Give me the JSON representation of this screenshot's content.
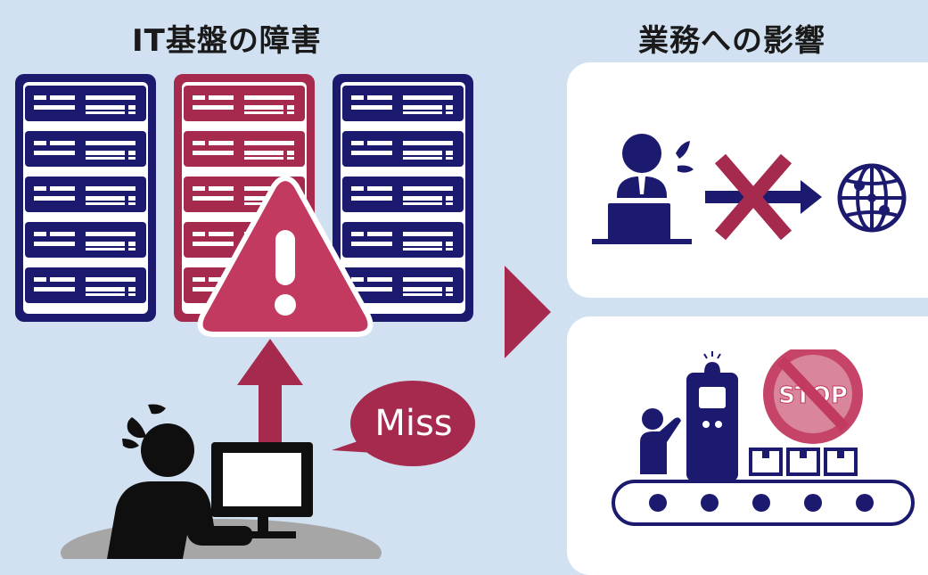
{
  "titles": {
    "left": "IT基盤の障害",
    "right": "業務への影響"
  },
  "bubble_text": "Miss",
  "stop_text": "STOP",
  "colors": {
    "background": "#d1e1f2",
    "navy": "#1b1a6e",
    "crimson": "#a52a4e",
    "warning": "#c23a5f",
    "ink": "#0f0f0f",
    "shadow": "#a6a6a6",
    "panel": "#ffffff"
  },
  "icons": [
    "server-rack-icon",
    "warning-icon",
    "arrow-up-icon",
    "speech-bubble-icon",
    "worker-at-computer-icon",
    "triangle-arrow-icon",
    "office-worker-icon",
    "cross-mark-icon",
    "globe-icon",
    "stop-sign-icon",
    "factory-machine-icon",
    "conveyor-belt-icon",
    "box-icon"
  ]
}
